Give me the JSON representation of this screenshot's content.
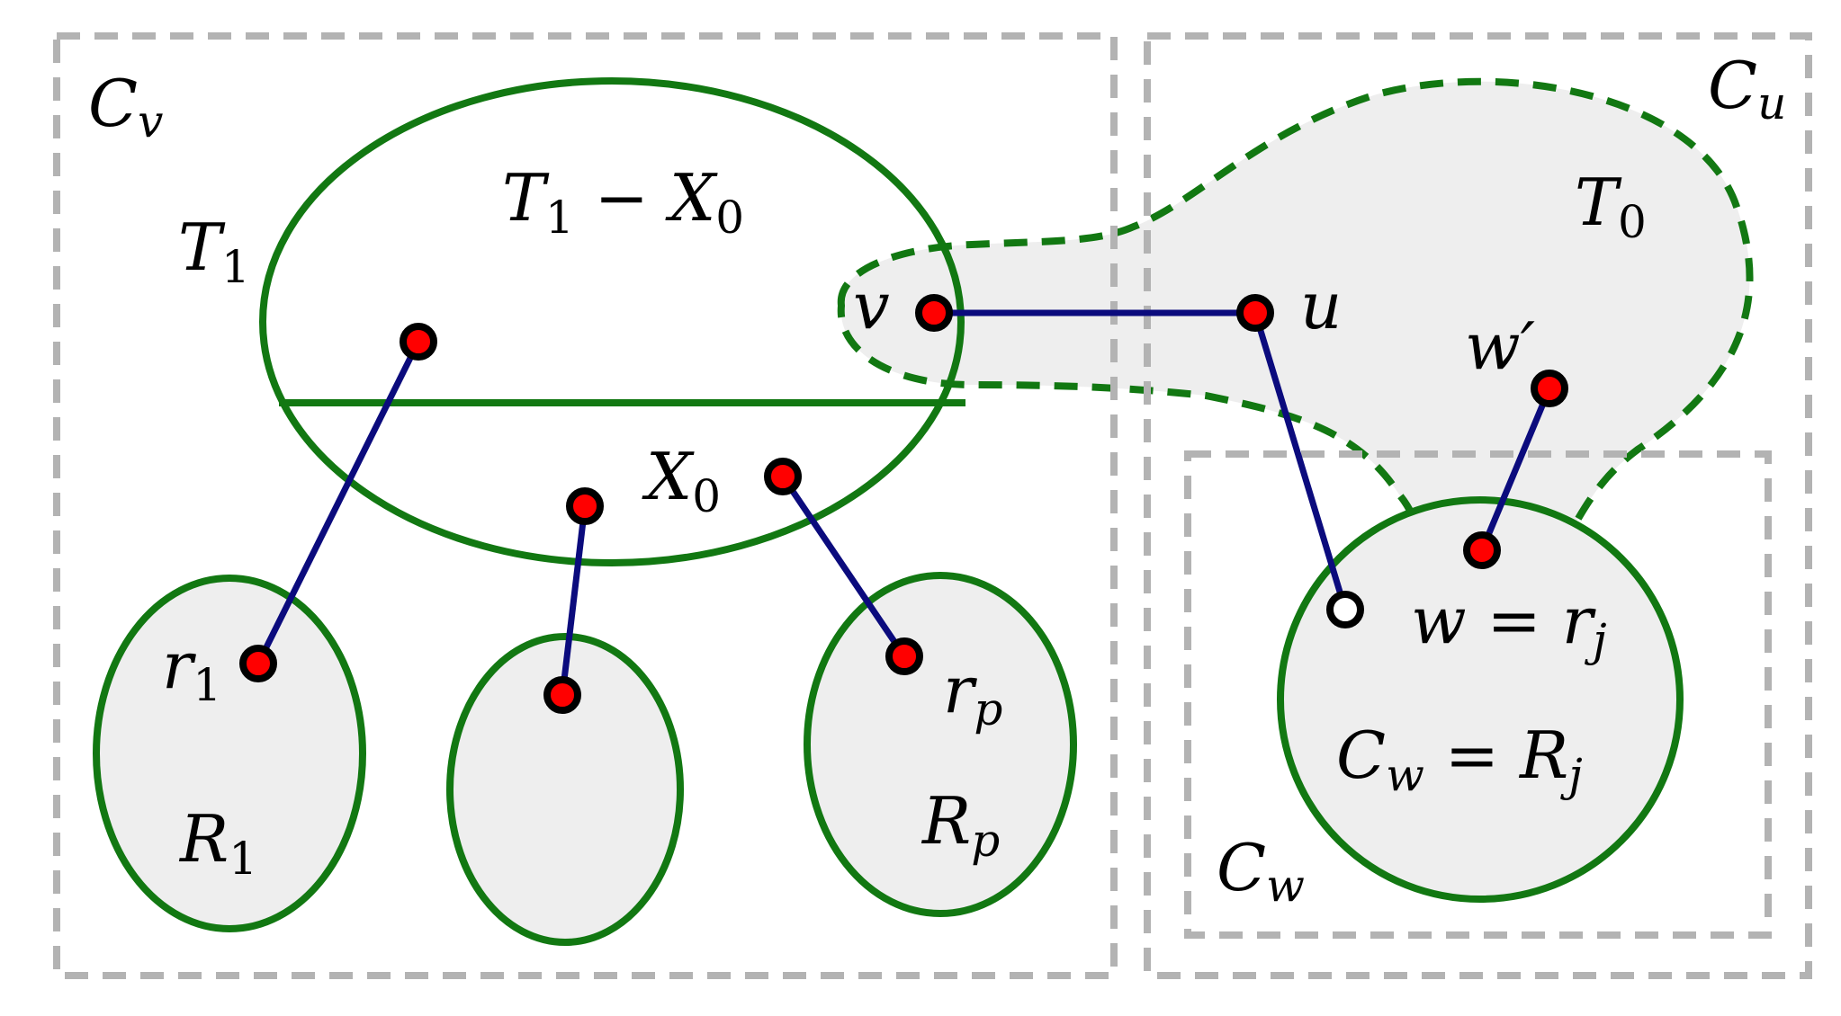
{
  "colors": {
    "box_border": "#b3b3b3",
    "set_outline": "#127812",
    "region_fill": "#eeeeee",
    "edge": "#0b0b7d",
    "vertex_fill": "#ff0000",
    "vertex_outline": "#000000",
    "open_vertex_fill": "#ffffff"
  },
  "labels": {
    "C_v": {
      "main": "C",
      "sub": "v"
    },
    "C_u": {
      "main": "C",
      "sub": "u"
    },
    "C_w": {
      "main": "C",
      "sub": "w"
    },
    "T1": {
      "main": "T",
      "sub": "1"
    },
    "T1_minus_X0": {
      "part1": "T",
      "sub1": "1",
      "op": " − ",
      "part2": "X",
      "sub2": "0"
    },
    "X0": {
      "main": "X",
      "sub": "0"
    },
    "T0": {
      "main": "T",
      "sub": "0"
    },
    "v": "v",
    "u": "u",
    "w_prime": "w′",
    "w_eq_rj": {
      "text": "w = r",
      "sub": "j"
    },
    "Cw_eq_Rj": {
      "main1": "C",
      "sub1": "w",
      "op": " = R",
      "sub2": "j"
    },
    "r1": {
      "main": "r",
      "sub": "1"
    },
    "rp": {
      "main": "r",
      "sub": "p"
    },
    "R1": {
      "main": "R",
      "sub": "1"
    },
    "Rp": {
      "main": "R",
      "sub": "p"
    }
  }
}
